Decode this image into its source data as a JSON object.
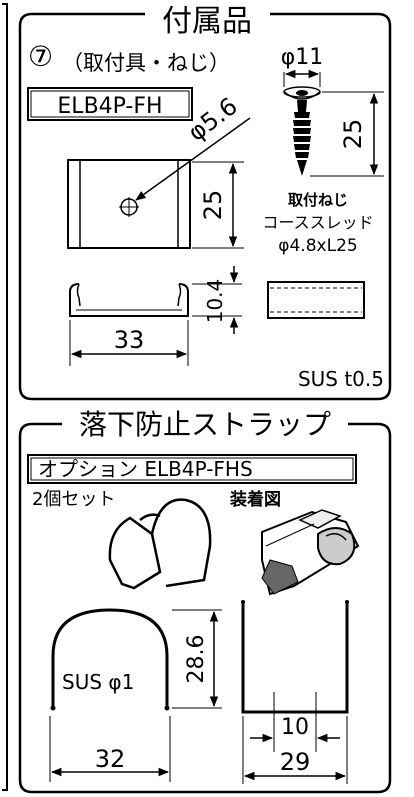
{
  "accessories_panel": {
    "title": "付属品",
    "item_number": "⑦",
    "item_title": "（取付具・ねじ）",
    "model_box": "ELB4P-FH",
    "hole_diameter": "φ5.6",
    "screw_diameter": "φ11",
    "screw_length": "25",
    "bracket_height": "25",
    "bracket_width": "33",
    "bracket_depth": "10.4",
    "screw_label_line1": "取付ねじ",
    "screw_label_line2": "コーススレッド",
    "screw_label_line3": "φ4.8xL25",
    "material_note": "SUS t0.5"
  },
  "strap_panel": {
    "title": "落下防止ストラップ",
    "option_box": "オプション ELB4P-FHS",
    "set_count": "2個セット",
    "installed_label": "装着図",
    "wire_material": "SUS φ1",
    "wire_height": "28.6",
    "wire_width_round": "32",
    "wire_width_square": "29",
    "inner_gap": "10"
  }
}
